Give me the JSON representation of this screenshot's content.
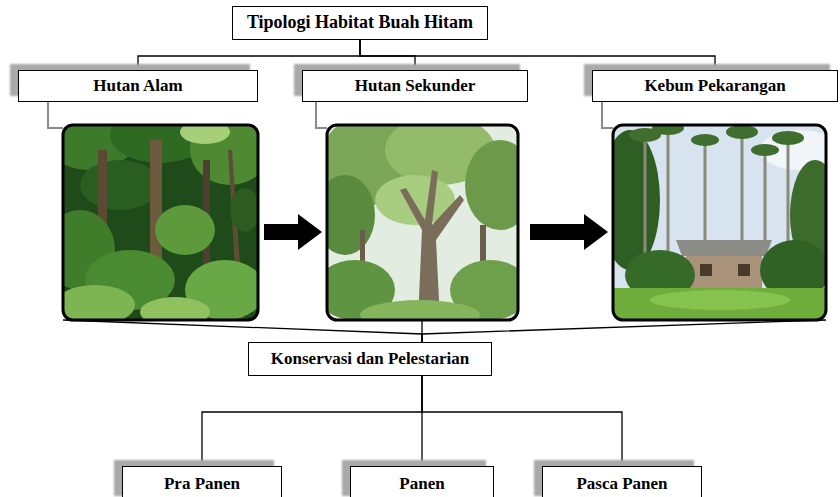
{
  "diagram": {
    "nodes": [
      {
        "text": [
          "Tipologi Habitat Buah Hitam"
        ]
      },
      {
        "text": [
          "Hutan Alam"
        ]
      },
      {
        "text": [
          "Hutan Sekunder"
        ]
      },
      {
        "text": [
          "Kebun Pekarangan"
        ]
      },
      {
        "text": [
          "Konservasi dan Pelestarian"
        ]
      },
      {
        "text": [
          "Pra Panen"
        ]
      },
      {
        "text": [
          "Panen"
        ]
      },
      {
        "text": [
          "Pasca Panen"
        ]
      }
    ],
    "edges": [
      {
        "from": 0,
        "to": 1,
        "arrow": "none"
      },
      {
        "from": 0,
        "to": 2,
        "arrow": "none"
      },
      {
        "from": 0,
        "to": 3,
        "arrow": "none"
      },
      {
        "from": 1,
        "to": 2,
        "arrow": "to"
      },
      {
        "from": 2,
        "to": 3,
        "arrow": "to"
      },
      {
        "from": 1,
        "to": 4,
        "arrow": "none"
      },
      {
        "from": 2,
        "to": 4,
        "arrow": "none"
      },
      {
        "from": 3,
        "to": 4,
        "arrow": "none"
      },
      {
        "from": 4,
        "to": 5,
        "arrow": "none"
      },
      {
        "from": 4,
        "to": 6,
        "arrow": "none"
      },
      {
        "from": 4,
        "to": 7,
        "arrow": "none"
      }
    ]
  }
}
